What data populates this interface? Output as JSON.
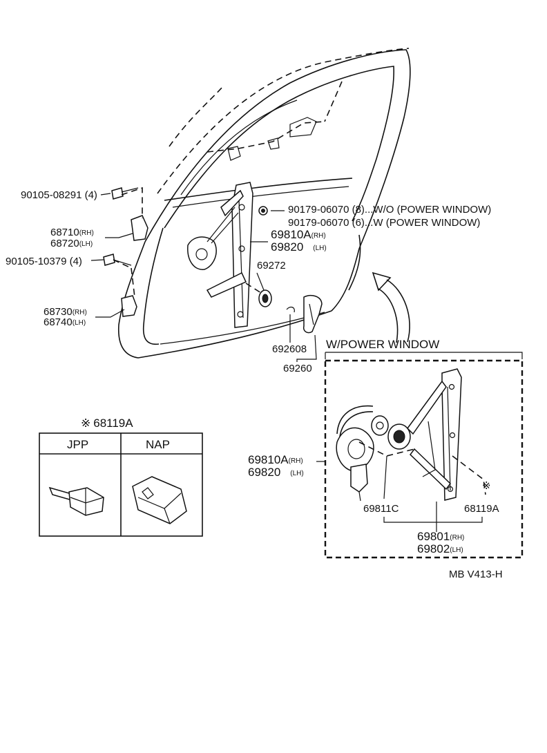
{
  "callouts": {
    "bolt_upper": "90105-08291 (4)",
    "hinge_upper_rh": "68710",
    "hinge_upper_lh": "68720",
    "bolt_lower": "90105-10379 (4)",
    "hinge_lower_rh": "68730",
    "hinge_lower_lh": "68740",
    "clip_wo": "90179-06070 (8)...W/O (POWER WINDOW)",
    "clip_w": "90179-06070 (6)...W (POWER WINDOW)",
    "regulator_rh": "69810A",
    "regulator_lh": "69820",
    "handle_seat": "69272",
    "snap_ring": "692608",
    "handle": "69260"
  },
  "suffix": {
    "rh": "(RH)",
    "lh": "(LH)"
  },
  "power_window": {
    "title": "W/POWER WINDOW",
    "regulator_rh": "69810A",
    "regulator_lh": "69820",
    "motor": "69811C",
    "marker": "※",
    "motor_cover": "68119A",
    "assy_rh": "69801",
    "assy_lh": "69802"
  },
  "legend": {
    "marker": "※",
    "part": "68119A",
    "col1": "JPP",
    "col2": "NAP"
  },
  "code": "MB V413-H"
}
